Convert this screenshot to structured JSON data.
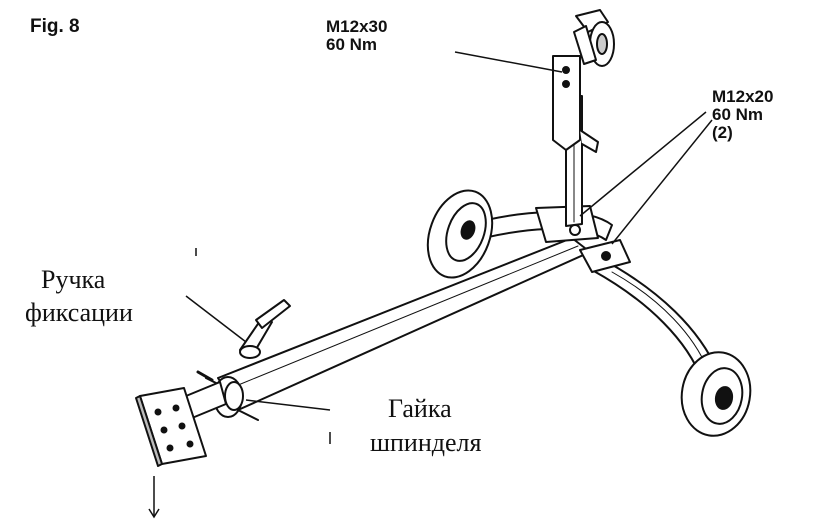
{
  "figure": {
    "label": "Fig. 8"
  },
  "callouts": {
    "top_bolt": {
      "line1": "M12x30",
      "line2": "60 Nm"
    },
    "side_bolts": {
      "line1": "M12x20",
      "line2": "60 Nm",
      "line3": "(2)"
    },
    "lock_handle": {
      "line1": "Ручка",
      "line2": "фиксации"
    },
    "spindle_nut": {
      "line1": "Гайка",
      "line2": "шпинделя"
    }
  },
  "colors": {
    "ink": "#111111",
    "paper": "#ffffff",
    "shade": "#d8d8d8"
  }
}
